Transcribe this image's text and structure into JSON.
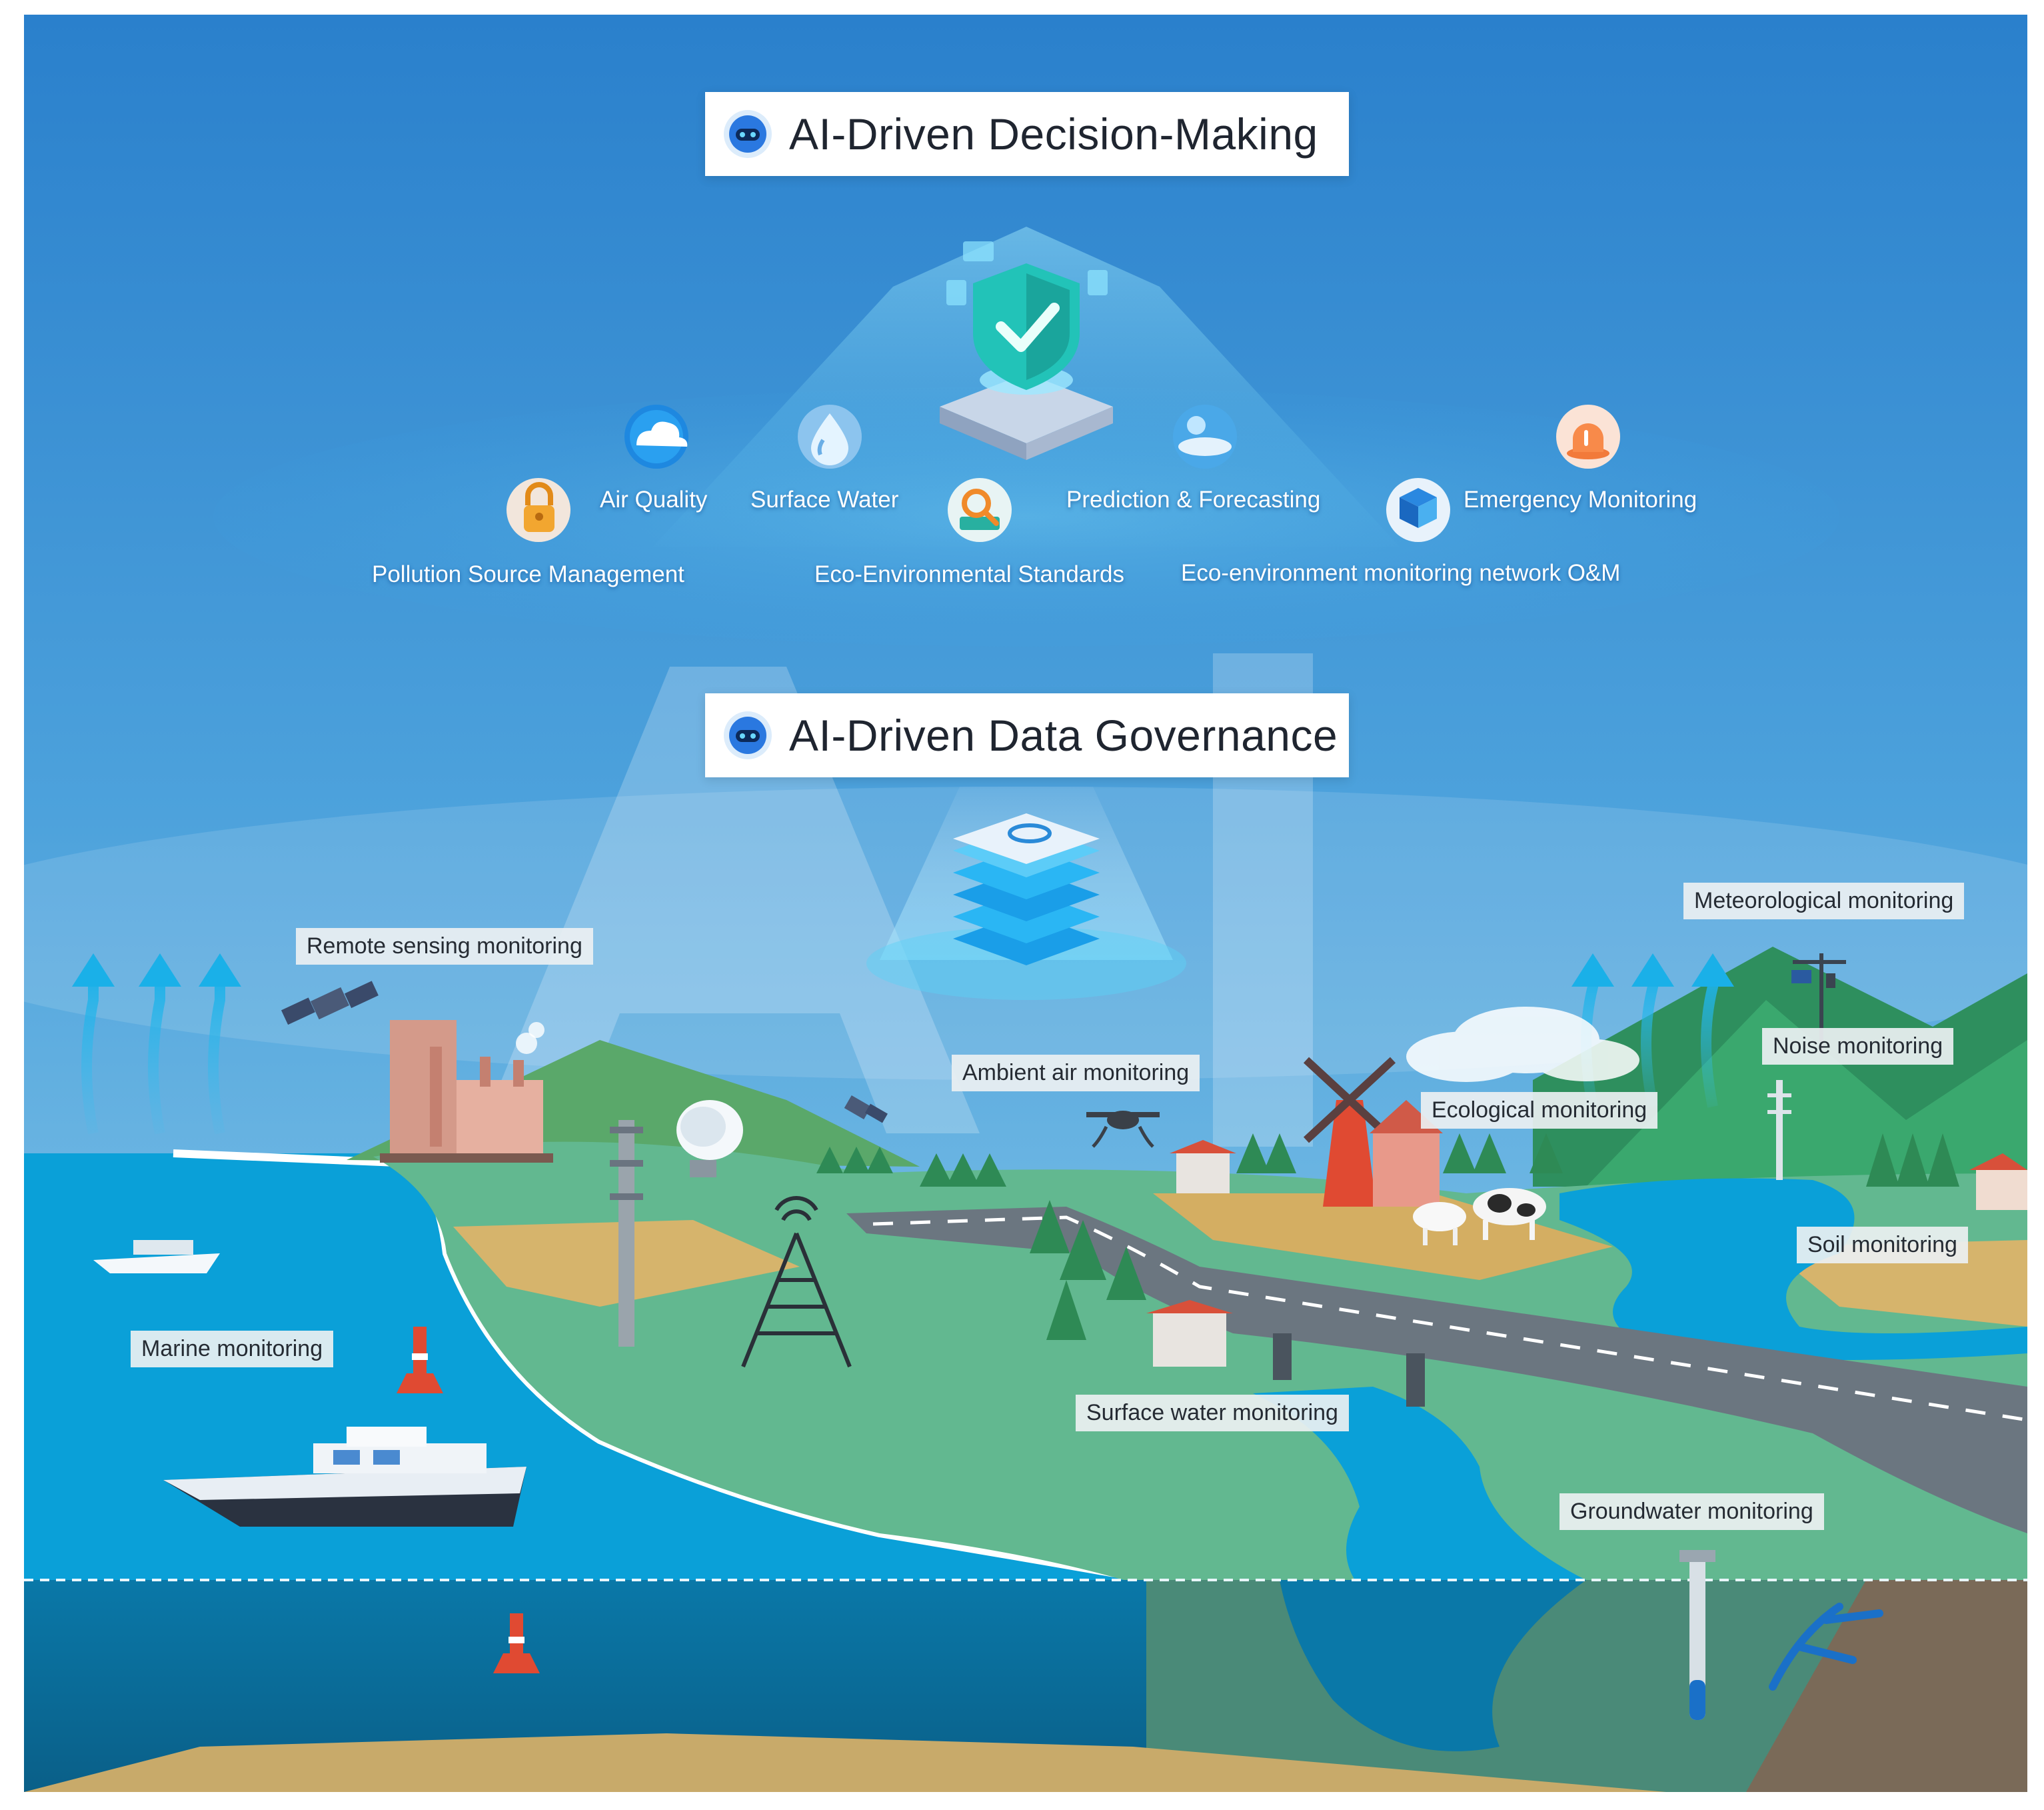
{
  "decision_layer": {
    "title": "AI-Driven Decision-Making",
    "modules": [
      {
        "label": "Air Quality",
        "icon": "cloud-hand-icon"
      },
      {
        "label": "Surface Water",
        "icon": "water-drop-icon"
      },
      {
        "label": "Pollution Source Management",
        "icon": "padlock-icon"
      },
      {
        "label": "Eco-Environmental Standards",
        "icon": "magnifier-book-icon"
      },
      {
        "label": "Prediction & Forecasting",
        "icon": "weather-globe-icon"
      },
      {
        "label": "Emergency Monitoring",
        "icon": "alarm-icon"
      },
      {
        "label": "Eco-environment monitoring network O&M",
        "icon": "cubes-icon"
      }
    ]
  },
  "governance_layer": {
    "title": "AI-Driven Data Governance"
  },
  "monitoring": {
    "remote_sensing": "Remote sensing monitoring",
    "marine": "Marine monitoring",
    "ambient_air": "Ambient air monitoring",
    "ecological": "Ecological monitoring",
    "meteorological": "Meteorological monitoring",
    "noise": "Noise monitoring",
    "soil": "Soil monitoring",
    "surface_water": "Surface water monitoring",
    "groundwater": "Groundwater monitoring"
  },
  "watermark": "AI",
  "colors": {
    "sky_top": "#2a80cc",
    "sky_bottom": "#8ccdea",
    "sea": "#0aa0d8",
    "deep_sea": "#0a6e9a",
    "land": "#62b890",
    "field": "#d6b46c",
    "road": "#6b7680",
    "accent_red": "#e04a32"
  }
}
